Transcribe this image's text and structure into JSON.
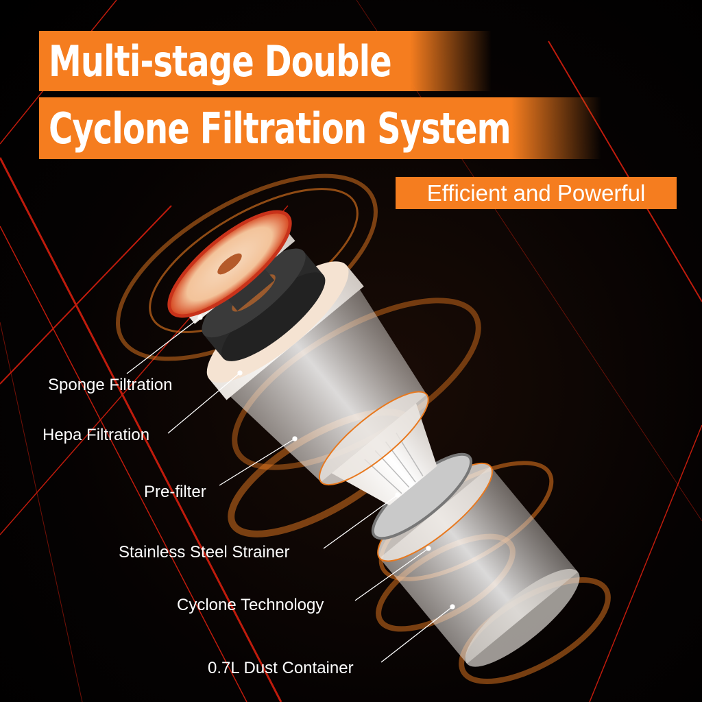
{
  "headline": {
    "line1": "Multi-stage Double",
    "line2": "Cyclone Filtration System"
  },
  "subtitle": "Efficient and Powerful",
  "labels": [
    "Sponge Filtration",
    "Hepa Filtration",
    "Pre-filter",
    "Stainless Steel Strainer",
    "Cyclone Technology",
    "0.7L Dust Container"
  ],
  "colors": {
    "accent": "#f57d1f",
    "background": "#000000",
    "laser": "#e0200e"
  }
}
